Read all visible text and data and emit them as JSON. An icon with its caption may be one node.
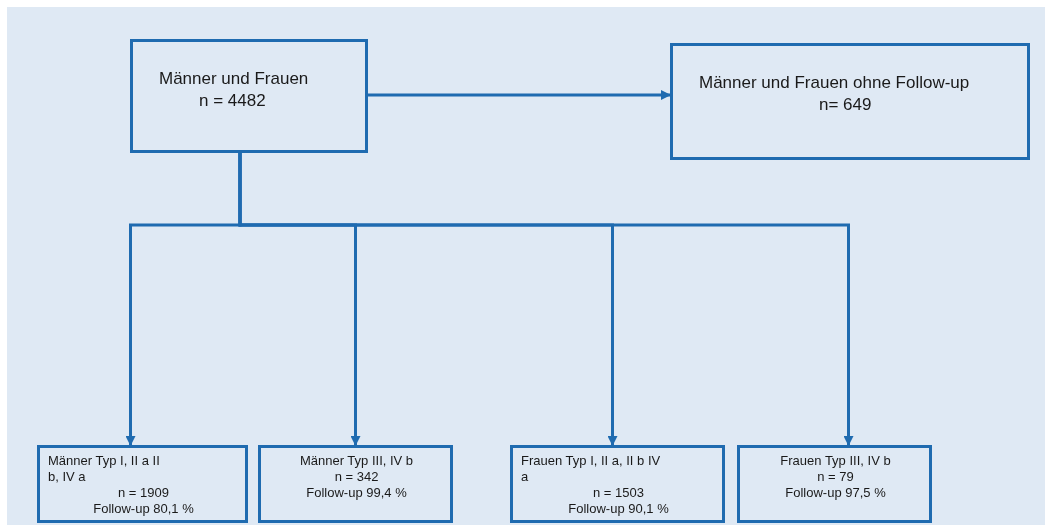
{
  "diagram": {
    "nodes": [
      {
        "text": [
          "Männer und Frauen",
          "n = 4482"
        ]
      },
      {
        "text": [
          "Männer und Frauen ohne Follow-up",
          "n= 649"
        ]
      },
      {
        "text": [
          "Männer Typ I, II a II b, IV a",
          "n = 1909",
          "Follow-up 80,1 %"
        ]
      },
      {
        "text": [
          "Männer Typ III, IV b",
          "n = 342",
          "Follow-up 99,4 %"
        ]
      },
      {
        "text": [
          "Frauen Typ I, II a, II b IV a",
          "n = 1503",
          "Follow-up 90,1 %"
        ]
      },
      {
        "text": [
          "Frauen Typ III, IV b",
          "n = 79",
          "Follow-up 97,5 %"
        ]
      }
    ],
    "edges": [
      {
        "from": 0,
        "to": 1,
        "arrow": "to"
      },
      {
        "from": 0,
        "to": 2,
        "arrow": "to"
      },
      {
        "from": 0,
        "to": 3,
        "arrow": "to"
      },
      {
        "from": 0,
        "to": 4,
        "arrow": "to"
      },
      {
        "from": 0,
        "to": 5,
        "arrow": "to"
      }
    ]
  }
}
